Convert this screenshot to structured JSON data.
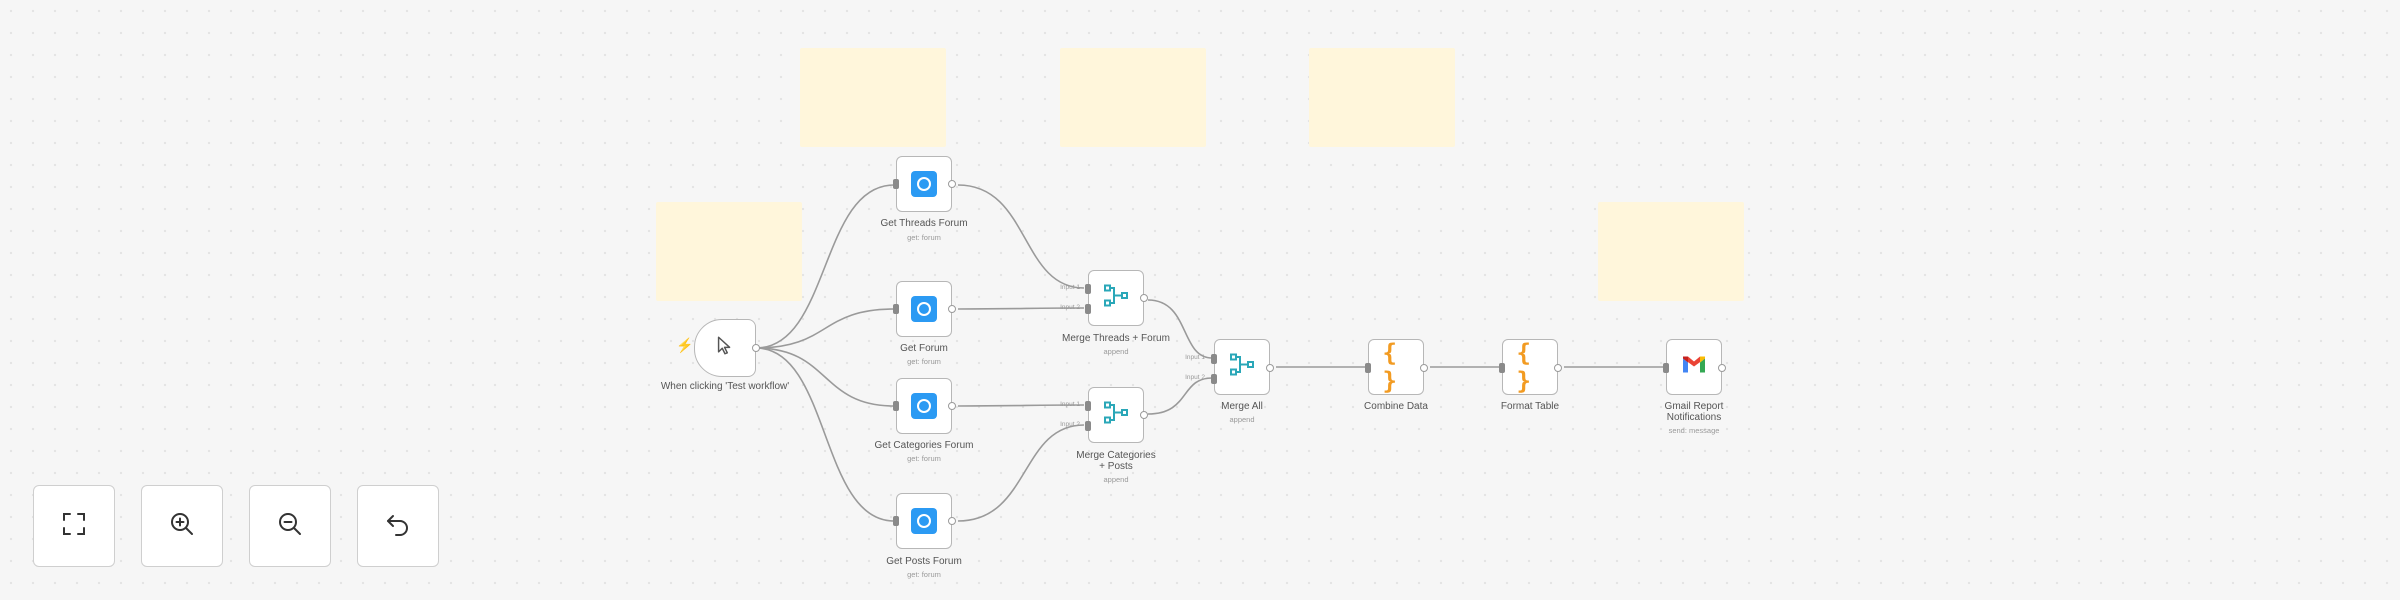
{
  "colors": {
    "canvas_bg": "#f6f6f6",
    "sticky_bg": "#fff6db",
    "edge": "#9a9a9a",
    "discourse_blue": "#2b9af3",
    "merge_teal": "#2aa7b8",
    "code_orange": "#f29b22",
    "trigger_accent": "#ff6d5a"
  },
  "nodes": {
    "trigger": {
      "label": "When clicking 'Test workflow'",
      "icon": "cursor-pointer-icon"
    },
    "get_threads_forum": {
      "label": "Get Threads Forum",
      "sub": "get: forum",
      "icon": "discourse-icon"
    },
    "get_forum": {
      "label": "Get Forum",
      "sub": "get: forum",
      "icon": "discourse-icon"
    },
    "get_categories_forum": {
      "label": "Get Categories Forum",
      "sub": "get: forum",
      "icon": "discourse-icon"
    },
    "get_posts_forum": {
      "label": "Get Posts Forum",
      "sub": "get: forum",
      "icon": "discourse-icon"
    },
    "merge_threads_forum": {
      "label": "Merge Threads + Forum",
      "sub": "append",
      "icon": "merge-icon",
      "in1": "Input 1",
      "in2": "Input 2"
    },
    "merge_categories_posts": {
      "label": "Merge Categories + Posts",
      "sub": "append",
      "icon": "merge-icon",
      "in1": "Input 1",
      "in2": "Input 2"
    },
    "merge_all": {
      "label": "Merge All",
      "sub": "append",
      "icon": "merge-icon",
      "in1": "Input 1",
      "in2": "Input 2"
    },
    "combine_data": {
      "label": "Combine Data",
      "icon": "code-braces-icon"
    },
    "format_table": {
      "label": "Format Table",
      "icon": "code-braces-icon"
    },
    "gmail_report": {
      "label": "Gmail Report Notifications",
      "sub": "send: message",
      "icon": "gmail-icon"
    }
  },
  "controls": {
    "fit_view": "fit-view-icon",
    "zoom_in": "zoom-in-icon",
    "zoom_out": "zoom-out-icon",
    "reset_zoom": "undo-icon"
  }
}
